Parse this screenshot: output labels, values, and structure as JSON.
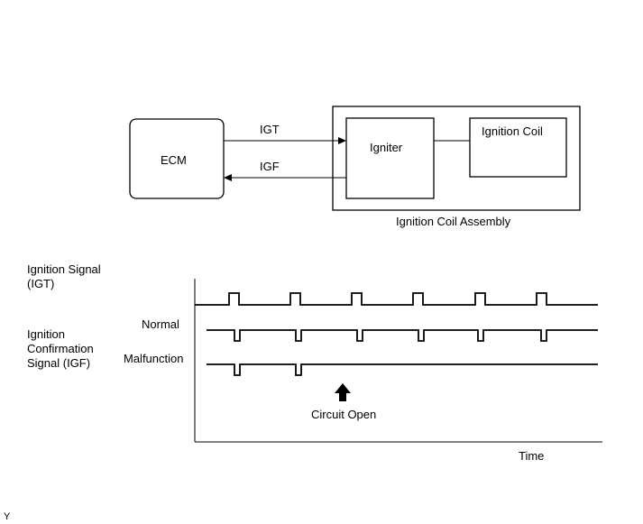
{
  "block_diagram": {
    "ecm_label": "ECM",
    "igniter_label": "Igniter",
    "ignition_coil_label": "Ignition Coil",
    "assembly_label": "Ignition Coil Assembly",
    "igt_arrow_label": "IGT",
    "igf_arrow_label": "IGF"
  },
  "timing_chart": {
    "igt_label_line1": "Ignition Signal",
    "igt_label_line2": "(IGT)",
    "igf_label_line1": "Ignition",
    "igf_label_line2": "Confirmation",
    "igf_label_line3": "Signal (IGF)",
    "normal_label": "Normal",
    "malfunction_label": "Malfunction",
    "annotation": "Circuit Open",
    "x_axis_label": "Time"
  },
  "corner_mark": "Y"
}
